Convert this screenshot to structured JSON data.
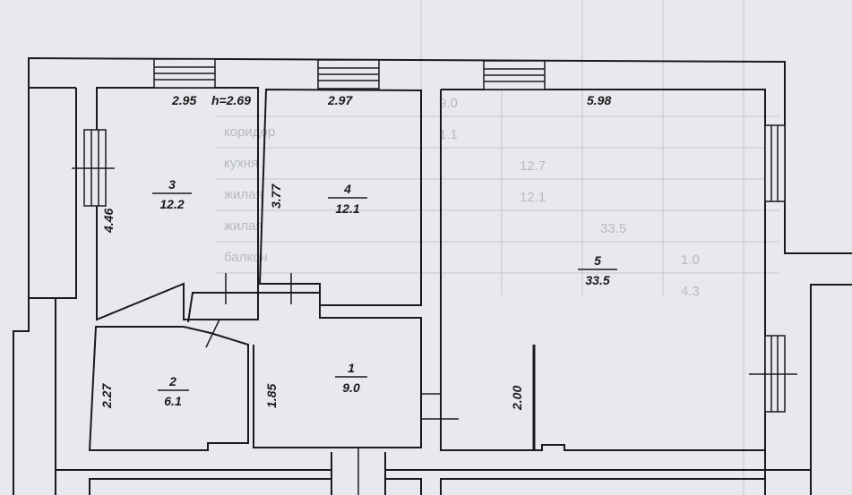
{
  "plan": {
    "ceiling_height": "h=2.69",
    "dimensions": {
      "d_295": "2.95",
      "d_297": "2.97",
      "d_598": "5.98",
      "d_446": "4.46",
      "d_377": "3.77",
      "d_227": "2.27",
      "d_185": "1.85",
      "d_200": "2.00"
    },
    "rooms": [
      {
        "number": "1",
        "area": "9.0"
      },
      {
        "number": "2",
        "area": "6.1"
      },
      {
        "number": "3",
        "area": "12.2"
      },
      {
        "number": "4",
        "area": "12.1"
      },
      {
        "number": "5",
        "area": "33.5"
      }
    ]
  },
  "show_through": {
    "words": [
      "коридор",
      "кухня",
      "жилая",
      "жилая",
      "балкон"
    ],
    "numbers": [
      "9.0",
      "1.1",
      "12.7",
      "12.1",
      "33.5",
      "1.0",
      "4.3"
    ]
  },
  "colors": {
    "paper": "#e8e9ee",
    "wall": "#1a1a1a",
    "ghost": "#b7b9c2"
  }
}
